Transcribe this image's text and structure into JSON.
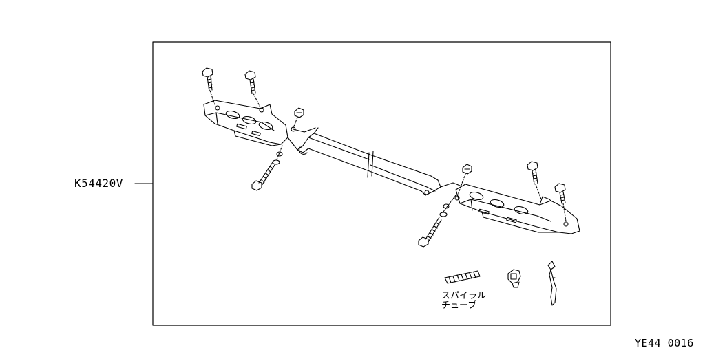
{
  "diagram": {
    "part_number": "K54420V",
    "tube_label_line1": "スパイラル",
    "tube_label_line2": "チューブ",
    "reference_code": "YE44 0016"
  }
}
